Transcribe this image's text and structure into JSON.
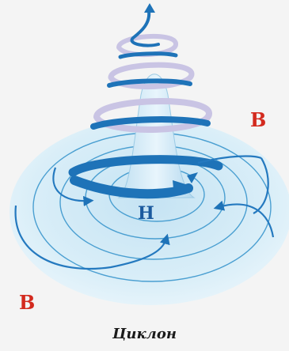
{
  "diagram": {
    "center_label": "Н",
    "outer_label_right": "В",
    "outer_label_left": "В",
    "caption": "Циклон"
  },
  "colors": {
    "background": "#f4f4f4",
    "disc_light": "#e8f4fb",
    "disc_mid": "#c5e3f3",
    "ring_line": "#4a9fd1",
    "arrow_blue": "#1e73b8",
    "spiral_light": "#c9c4e4",
    "low_pressure": "#1b5a9e",
    "high_pressure": "#d32a1e"
  }
}
